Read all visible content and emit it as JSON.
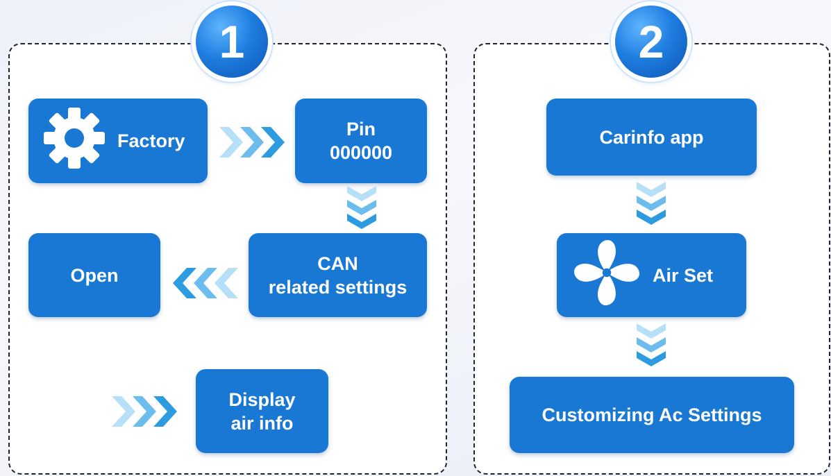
{
  "colors": {
    "box_blue": "#1878d4",
    "arrow_light": "#9fd6f6",
    "arrow_dark": "#2c9be0",
    "panel_border": "#1b2230"
  },
  "step1": {
    "badge": "1",
    "factory_label": "Factory",
    "factory_icon": "gear-icon",
    "pin_line1": "Pin",
    "pin_line2": "000000",
    "can_line1": "CAN",
    "can_line2": "related settings",
    "open_label": "Open",
    "display_line1": "Display",
    "display_line2": "air info"
  },
  "step2": {
    "badge": "2",
    "carinfo_label": "Carinfo app",
    "airset_label": "Air Set",
    "airset_icon": "fan-icon",
    "customizing_label": "Customizing Ac Settings"
  }
}
